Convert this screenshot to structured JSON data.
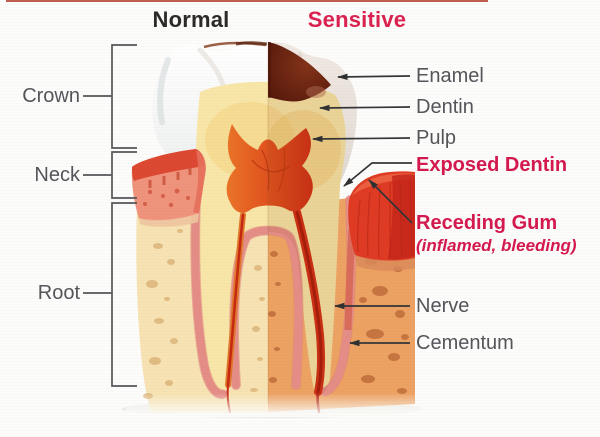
{
  "diagram": {
    "headers": {
      "normal": "Normal",
      "sensitive": "Sensitive"
    },
    "left_labels": {
      "crown": "Crown",
      "neck": "Neck",
      "root": "Root"
    },
    "right_labels": {
      "enamel": "Enamel",
      "dentin": "Dentin",
      "pulp": "Pulp",
      "exposed_dentin": "Exposed Dentin",
      "receding_gum": "Receding Gum",
      "receding_gum_note": "(inflamed, bleeding)",
      "nerve": "Nerve",
      "cementum": "Cementum"
    },
    "colors": {
      "accent_red": "#d4194e",
      "header_black": "#2b2a28",
      "label_gray": "#54555a",
      "enamel_white": "#f5f7f6",
      "dentin_yellow": "#f8e6a9",
      "pulp_red": "#d43317",
      "decay_brown": "#4c1108",
      "gum_salmon": "#f0937c",
      "gum_inflamed": "#df3a23",
      "bone_light": "#f6e2b2",
      "bone_dark": "#eca262",
      "ligament_pink": "#eb9e96"
    }
  }
}
